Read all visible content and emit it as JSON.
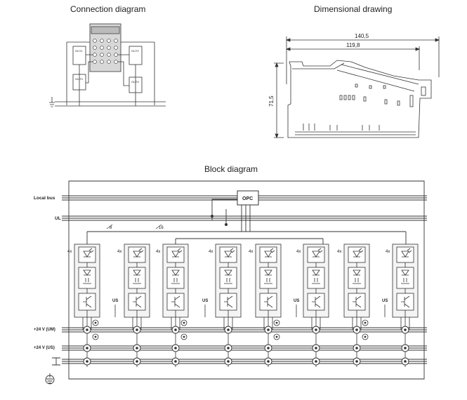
{
  "connection": {
    "title": "Connection diagram",
    "labels": [
      "OUT1",
      "OUT2",
      "OUT3",
      "OUT4"
    ]
  },
  "dimensional": {
    "title": "Dimensional drawing",
    "dims": {
      "total_length": "140,5",
      "body_length": "119,8",
      "height": "71,5"
    }
  },
  "block": {
    "title": "Block diagram",
    "opc": "OPC",
    "rails": {
      "local_bus": "Local bus",
      "ul": "UL",
      "um": "+24 V (UM)",
      "us": "+24 V (US)"
    },
    "bus_counts": [
      "8",
      "16"
    ],
    "channel_count": "4x",
    "us_tag": "US",
    "channels": 8
  },
  "icons": {
    "functional_earth": "functional-earth-icon",
    "protective_earth": "protective-earth-icon",
    "terminal": "terminal-point-icon"
  }
}
